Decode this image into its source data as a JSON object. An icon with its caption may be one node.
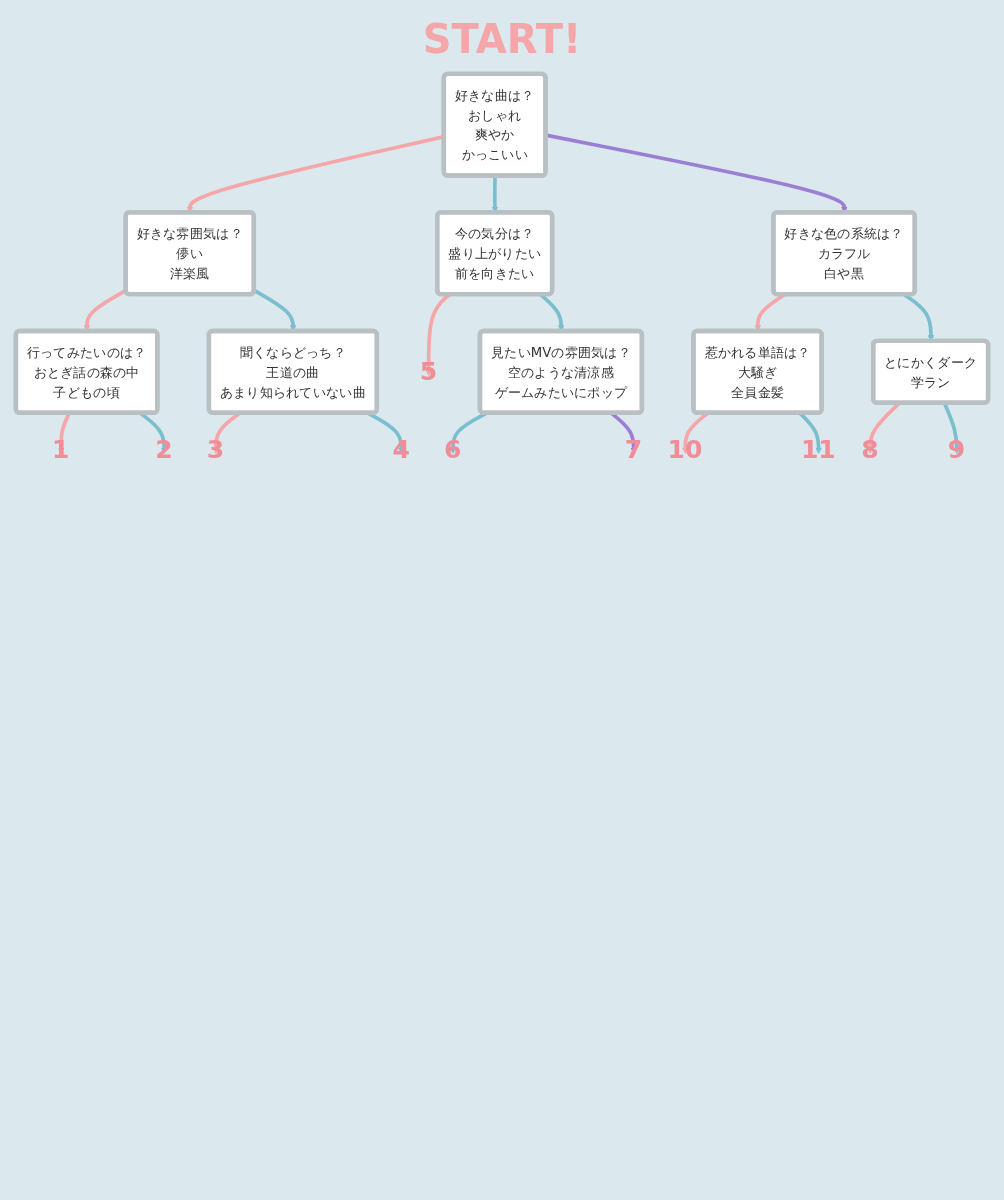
{
  "diagram": {
    "title": "START!",
    "nodes": [
      {
        "text": [
          "行ってみたいのは？",
          "おとぎ話の森の中",
          "子どもの頃"
        ]
      },
      {
        "text": [
          "好きな曲は？",
          "おしゃれ",
          "爽やか",
          "かっこいい"
        ]
      },
      {
        "text": [
          "惹かれる単語は？",
          "大騒ぎ",
          "全員金髪"
        ]
      },
      {
        "text": [
          "好きな雰囲気は？",
          "儚い",
          "洋楽風"
        ]
      },
      {
        "text": [
          "今の気分は？",
          "盛り上がりたい",
          "前を向きたい"
        ]
      },
      {
        "text": [
          "好きな色の系統は？",
          "カラフル",
          "白や黒"
        ]
      },
      {
        "text": [
          "聞くならどっち？",
          "王道の曲",
          "あまり知られていない曲"
        ]
      },
      {
        "text": [
          "見たいMVの雰囲気は？",
          "空のような清涼感",
          "ゲームみたいにポップ"
        ]
      },
      {
        "text": [
          "とにかくダーク",
          "学ラン"
        ]
      },
      {
        "text": [
          "1"
        ]
      },
      {
        "text": [
          "2"
        ]
      },
      {
        "text": [
          "10"
        ]
      },
      {
        "text": [
          "11"
        ]
      },
      {
        "text": [
          "3"
        ]
      },
      {
        "text": [
          "4"
        ]
      },
      {
        "text": [
          "5"
        ]
      },
      {
        "text": [
          "6"
        ]
      },
      {
        "text": [
          "7"
        ]
      },
      {
        "text": [
          "8"
        ]
      },
      {
        "text": [
          "9"
        ]
      }
    ],
    "edges": [
      {
        "from": 1,
        "to": 3,
        "arrow": "to",
        "color": "#f4a6a8"
      },
      {
        "from": 1,
        "to": 4,
        "arrow": "to",
        "color": "#7bbfcf"
      },
      {
        "from": 1,
        "to": 5,
        "arrow": "to",
        "color": "#9b7fd4"
      },
      {
        "from": 3,
        "to": 0,
        "arrow": "to",
        "color": "#f4a6a8"
      },
      {
        "from": 3,
        "to": 6,
        "arrow": "to",
        "color": "#7bbfcf"
      },
      {
        "from": 5,
        "to": 2,
        "arrow": "to",
        "color": "#f4a6a8"
      },
      {
        "from": 5,
        "to": 8,
        "arrow": "to",
        "color": "#7bbfcf"
      },
      {
        "from": 4,
        "to": 15,
        "arrow": "to",
        "color": "#f4a6a8"
      },
      {
        "from": 4,
        "to": 7,
        "arrow": "to",
        "color": "#7bbfcf"
      },
      {
        "from": 0,
        "to": 9,
        "arrow": "to",
        "color": "#f4a6a8"
      },
      {
        "from": 0,
        "to": 10,
        "arrow": "to",
        "color": "#7bbfcf"
      },
      {
        "from": 2,
        "to": 11,
        "arrow": "to",
        "color": "#f4a6a8"
      },
      {
        "from": 2,
        "to": 12,
        "arrow": "to",
        "color": "#7bbfcf"
      },
      {
        "from": 6,
        "to": 13,
        "arrow": "to",
        "color": "#f4a6a8"
      },
      {
        "from": 6,
        "to": 14,
        "arrow": "to",
        "color": "#7bbfcf"
      },
      {
        "from": 7,
        "to": 16,
        "arrow": "to",
        "color": "#7bbfcf"
      },
      {
        "from": 7,
        "to": 17,
        "arrow": "to",
        "color": "#9b7fd4"
      },
      {
        "from": 8,
        "to": 18,
        "arrow": "to",
        "color": "#f4a6a8"
      },
      {
        "from": 8,
        "to": 19,
        "arrow": "to",
        "color": "#7bbfcf"
      }
    ]
  }
}
